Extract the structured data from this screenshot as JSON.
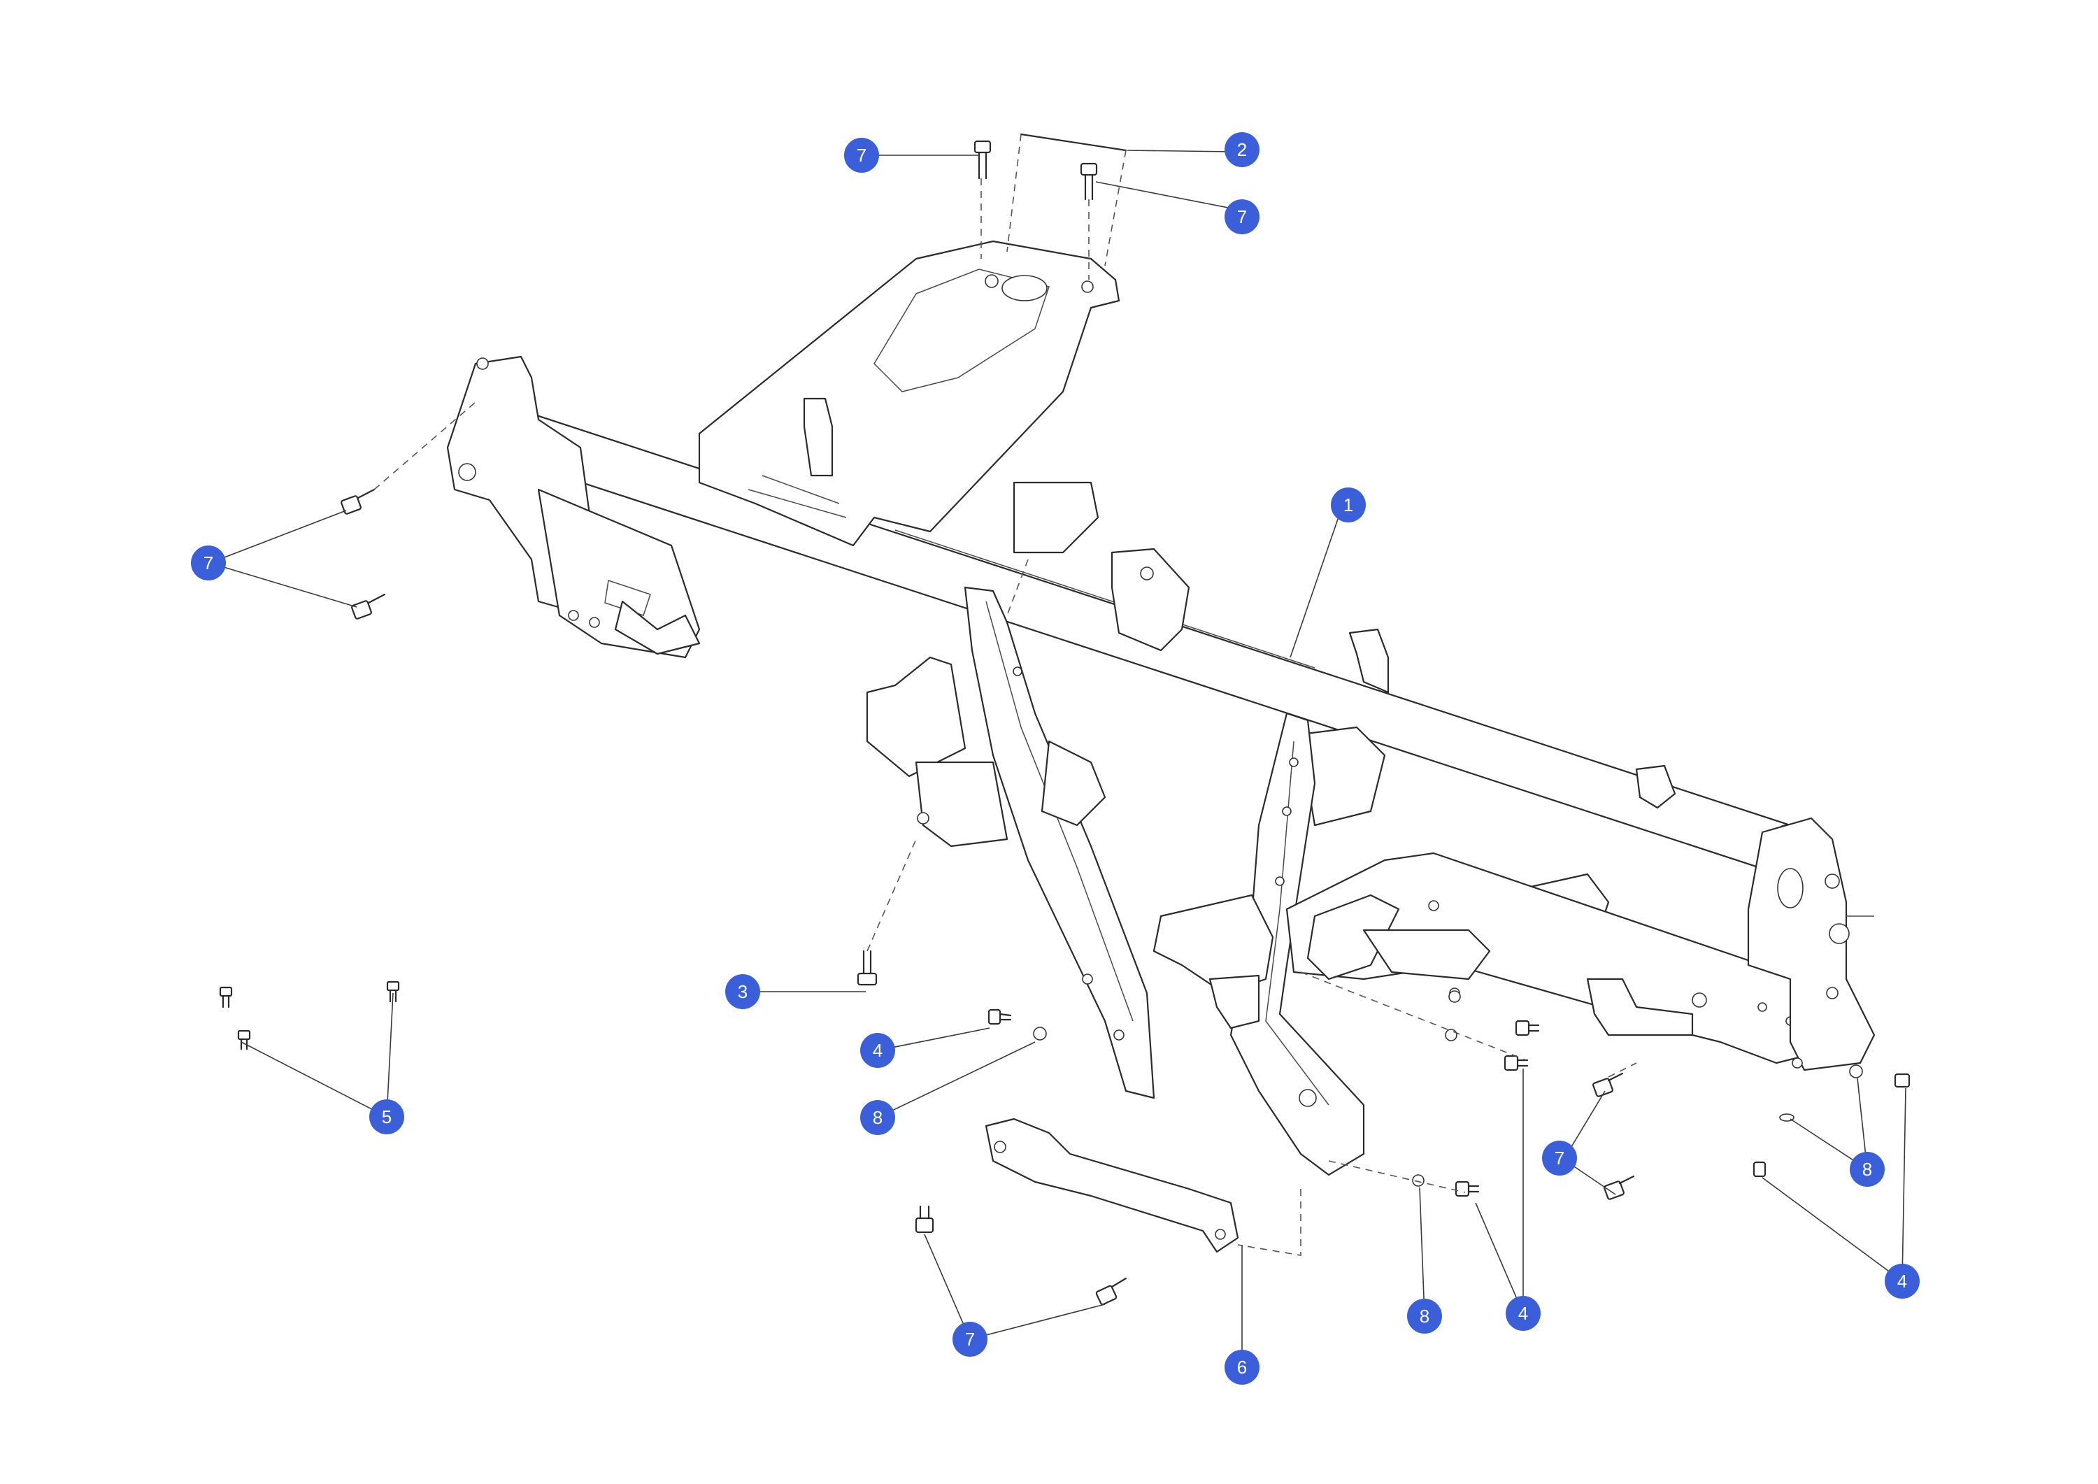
{
  "colors": {
    "callout_fill": "#3a5fd9",
    "callout_text": "#ffffff",
    "linework": "#2b2b2b"
  },
  "callouts": [
    {
      "id": "c1",
      "label": "1"
    },
    {
      "id": "c2",
      "label": "2"
    },
    {
      "id": "c3",
      "label": "3"
    },
    {
      "id": "c4a",
      "label": "4"
    },
    {
      "id": "c4b",
      "label": "4"
    },
    {
      "id": "c4c",
      "label": "4"
    },
    {
      "id": "c5",
      "label": "5"
    },
    {
      "id": "c6",
      "label": "6"
    },
    {
      "id": "c7a",
      "label": "7"
    },
    {
      "id": "c7b",
      "label": "7"
    },
    {
      "id": "c7c",
      "label": "7"
    },
    {
      "id": "c7d",
      "label": "7"
    },
    {
      "id": "c7e",
      "label": "7"
    },
    {
      "id": "c8a",
      "label": "8"
    },
    {
      "id": "c8b",
      "label": "8"
    },
    {
      "id": "c8c",
      "label": "8"
    }
  ]
}
